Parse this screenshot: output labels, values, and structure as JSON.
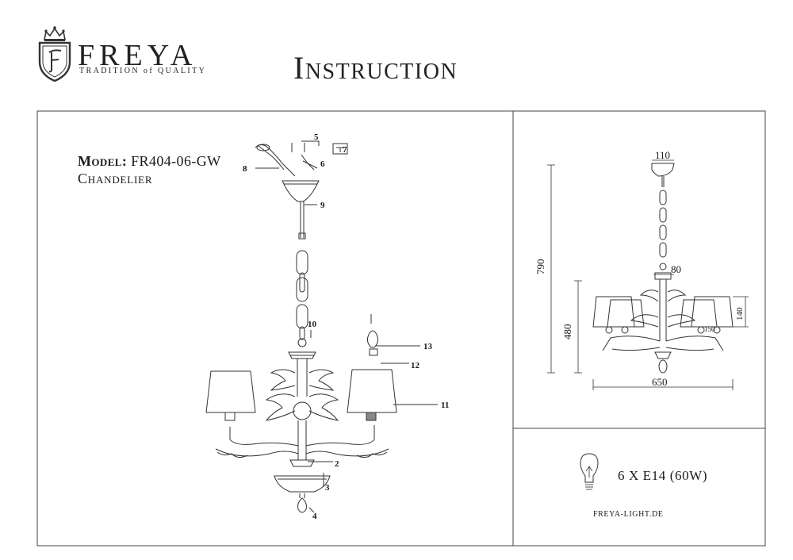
{
  "header": {
    "brand_name": "FREYA",
    "brand_tagline": "TRADITION of QUALITY",
    "title": "Instruction"
  },
  "product": {
    "model_label": "Model:",
    "model_code": "FR404-06-GW",
    "type": "Chandelier"
  },
  "assembly_callouts": [
    "2",
    "3",
    "4",
    "5",
    "6",
    "7",
    "8",
    "9",
    "10",
    "11",
    "12",
    "13"
  ],
  "dimensions": {
    "top_width": "110",
    "total_height": "790",
    "rod_width": "80",
    "body_height": "480",
    "shade_height": "140",
    "shade_width": "150",
    "total_width": "650"
  },
  "bulb_spec": "6 X E14 (60W)",
  "website": "FREYA-LIGHT.DE",
  "colors": {
    "line": "#333333",
    "frame": "#444444"
  }
}
